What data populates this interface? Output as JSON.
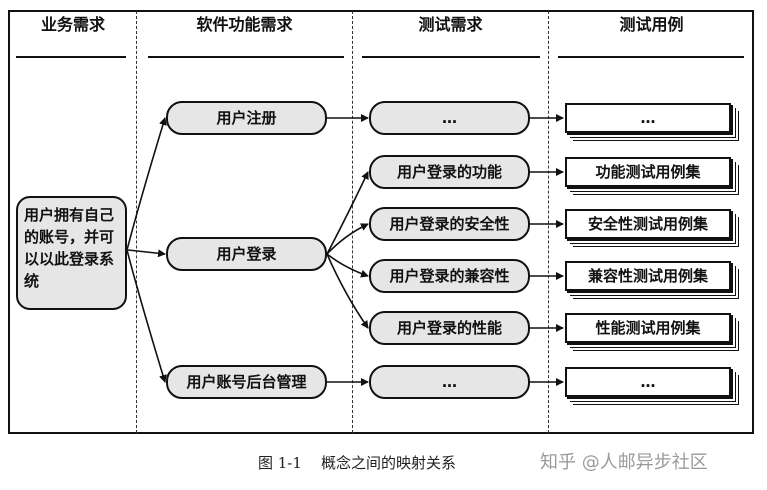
{
  "headers": [
    "业务需求",
    "软件功能需求",
    "测试需求",
    "测试用例"
  ],
  "business": "用户拥有自己的账号，并可以以此登录系统",
  "functions": [
    "用户注册",
    "用户登录",
    "用户账号后台管理"
  ],
  "test_requirements": [
    "…",
    "用户登录的功能",
    "用户登录的安全性",
    "用户登录的兼容性",
    "用户登录的性能",
    "…"
  ],
  "test_cases": [
    "…",
    "功能测试用例集",
    "安全性测试用例集",
    "兼容性测试用例集",
    "性能测试用例集",
    "…"
  ],
  "caption": "图 1-1    概念之间的映射关系",
  "watermark": "知乎 @人邮异步社区"
}
